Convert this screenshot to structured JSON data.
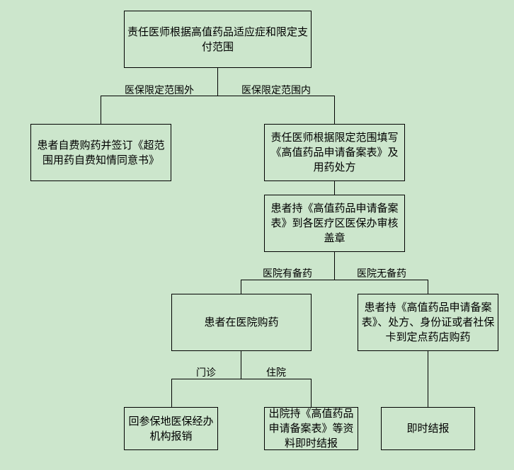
{
  "nodes": {
    "start": "责任医师根据高值药品适应症和限定支付范围",
    "out_of_scope": "患者自费购药并签订《超范围用药自费知情同意书》",
    "in_scope": "责任医师根据限定范围填写《高值药品申请备案表》及用药处方",
    "stamp": "患者持《高值药品申请备案表》到各医疗区医保办审核盖章",
    "hospital_buy": "患者在医院购药",
    "pharmacy_buy": "患者持《高值药品申请备案表》、处方、身份证或者社保卡到定点药店购药",
    "outpatient_result": "回参保地医保经办机构报销",
    "inpatient_result": "出院持《高值药品申请备案表》等资料即时结报",
    "pharmacy_result": "即时结报"
  },
  "edges": {
    "out_label": "医保限定范围外",
    "in_label": "医保限定范围内",
    "has_stock": "医院有备药",
    "no_stock": "医院无备药",
    "outpatient": "门诊",
    "inpatient": "住院"
  }
}
